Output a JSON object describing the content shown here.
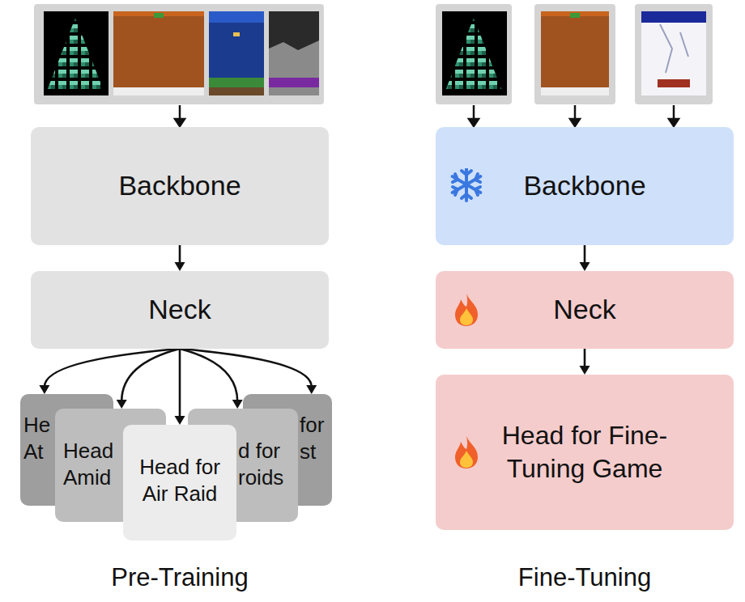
{
  "diagram": {
    "nodes": [
      {
        "text": [
          "Backbone"
        ]
      },
      {
        "text": [
          "Neck"
        ]
      },
      {
        "text": [
          "He At"
        ]
      },
      {
        "text": [
          "Head Amid"
        ]
      },
      {
        "text": [
          "Head for Air Raid"
        ]
      },
      {
        "text": [
          "d for roids"
        ]
      },
      {
        "text": [
          "for st"
        ]
      },
      {
        "text": [
          "Backbone"
        ]
      },
      {
        "text": [
          "Neck"
        ]
      },
      {
        "text": [
          "Head for Fine-Tuning Game"
        ]
      }
    ],
    "edges": [
      {
        "from": 0,
        "to": 1,
        "arrow": "to"
      },
      {
        "from": 1,
        "to": 2,
        "arrow": "to"
      },
      {
        "from": 1,
        "to": 3,
        "arrow": "to"
      },
      {
        "from": 1,
        "to": 4,
        "arrow": "to"
      },
      {
        "from": 1,
        "to": 5,
        "arrow": "to"
      },
      {
        "from": 1,
        "to": 6,
        "arrow": "to"
      },
      {
        "from": 7,
        "to": 8,
        "arrow": "to"
      },
      {
        "from": 8,
        "to": 9,
        "arrow": "to"
      }
    ],
    "labels": [
      "Pre-Training",
      "Fine-Tuning"
    ]
  }
}
